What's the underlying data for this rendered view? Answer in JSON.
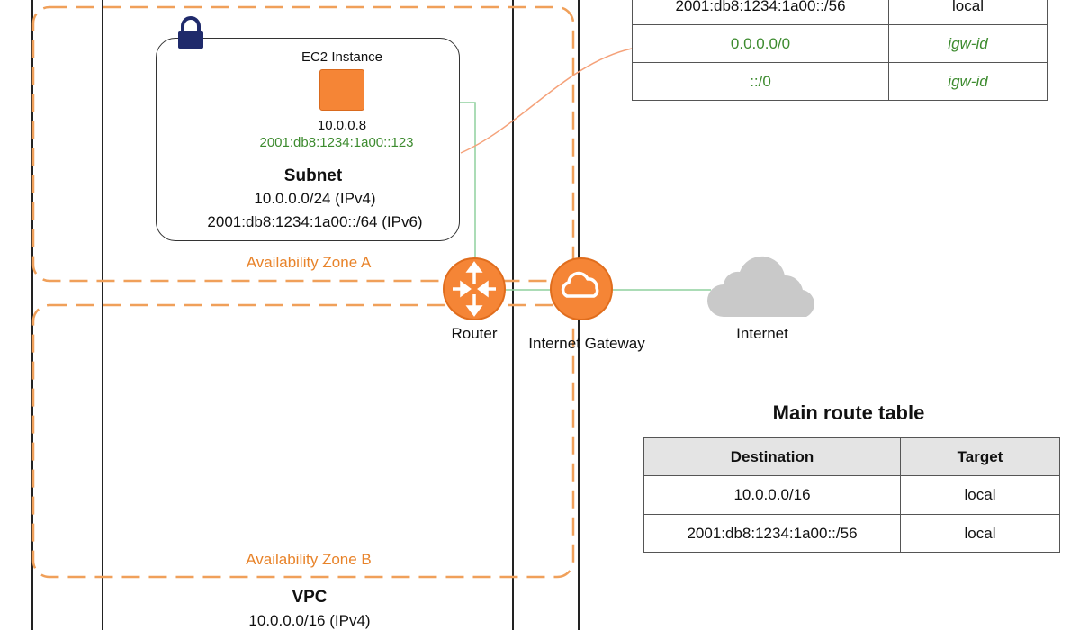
{
  "subnet": {
    "instance_label": "EC2 Instance",
    "ipv4_address": "10.0.0.8",
    "ipv6_address": "2001:db8:1234:1a00::123",
    "title": "Subnet",
    "ipv4_cidr": "10.0.0.0/24 (IPv4)",
    "ipv6_cidr": "2001:db8:1234:1a00::/64 (IPv6)"
  },
  "zones": {
    "zone_a": "Availability Zone A",
    "zone_b": "Availability Zone B"
  },
  "vpc": {
    "title": "VPC",
    "cidr": "10.0.0.0/16 (IPv4)"
  },
  "nodes": {
    "router": "Router",
    "internet_gateway": "Internet Gateway",
    "internet": "Internet"
  },
  "custom_route_table": {
    "rows": [
      {
        "destination": "2001:db8:1234:1a00::/56",
        "target": "local"
      },
      {
        "destination": "0.0.0.0/0",
        "target": "igw-id"
      },
      {
        "destination": "::/0",
        "target": "igw-id"
      }
    ]
  },
  "main_route_table": {
    "title": "Main route table",
    "headers": {
      "destination": "Destination",
      "target": "Target"
    },
    "rows": [
      {
        "destination": "10.0.0.0/16",
        "target": "local"
      },
      {
        "destination": "2001:db8:1234:1a00::/56",
        "target": "local"
      }
    ]
  },
  "colors": {
    "orange": "#f58536",
    "zone_dash": "#f0a05a",
    "green_text": "#3d8b2f",
    "green_line": "#8fd19e",
    "cloud_gray": "#c9c9c9",
    "lock_navy": "#1f2a6b"
  },
  "icons": {
    "lock": "lock-icon",
    "instance": "ec2-instance-icon",
    "router": "router-icon",
    "gateway": "internet-gateway-icon",
    "cloud": "cloud-icon"
  }
}
